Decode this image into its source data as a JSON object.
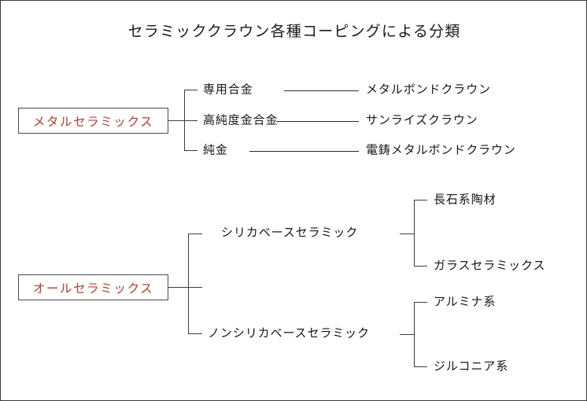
{
  "page": {
    "title": "セラミッククラウン各種コーピングによる分類",
    "accent_color": "#c0392b",
    "line_color": "#3d3d3d",
    "text_color": "#161616",
    "background": "#ffffff",
    "border_color": "#3a3a3a"
  },
  "diagram": {
    "type": "tree",
    "roots": [
      {
        "id": "metal-ceramics",
        "label": "メタルセラミックス",
        "boxed": true,
        "color": "#c0392b",
        "children": [
          {
            "id": "senyou-goukin",
            "label": "専用合金",
            "connector": "solid-line",
            "result": "メタルボンドクラウン"
          },
          {
            "id": "koujundo-kin-goukin",
            "label": "高純度金合金",
            "connector": "solid-line",
            "result": "サンライズクラウン"
          },
          {
            "id": "junkin",
            "label": "純金",
            "connector": "solid-line",
            "result": "電鋳メタルボンドクラウン"
          }
        ]
      },
      {
        "id": "all-ceramics",
        "label": "オールセラミックス",
        "boxed": true,
        "color": "#c0392b",
        "children": [
          {
            "id": "silica-base",
            "label": "シリカベースセラミック",
            "children": [
              {
                "id": "choseki-kei-touzai",
                "label": "長石系陶材"
              },
              {
                "id": "glass-ceramics",
                "label": "ガラスセラミックス"
              }
            ]
          },
          {
            "id": "non-silica-base",
            "label": "ノンシリカベースセラミック",
            "children": [
              {
                "id": "alumina-kei",
                "label": "アルミナ系"
              },
              {
                "id": "zirconia-kei",
                "label": "ジルコニア系"
              }
            ]
          }
        ]
      }
    ]
  }
}
